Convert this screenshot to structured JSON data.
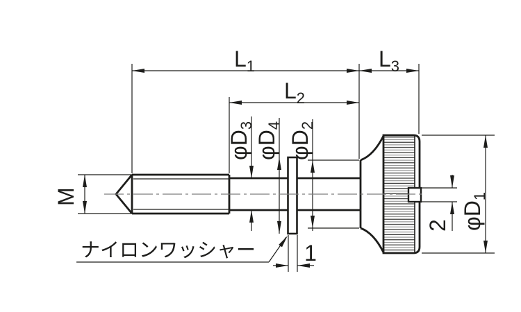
{
  "colors": {
    "line": "#1d1d1b",
    "centerline": "#7d7d7d",
    "background": "#ffffff"
  },
  "labels": {
    "l1": {
      "main": "L",
      "sub": "1"
    },
    "l2": {
      "main": "L",
      "sub": "2"
    },
    "l3": {
      "main": "L",
      "sub": "3"
    },
    "m": "M",
    "d3": {
      "main": "φD",
      "sub": "3"
    },
    "d4": {
      "main": "φD",
      "sub": "4"
    },
    "d2": {
      "main": "φD",
      "sub": "2"
    },
    "d1": {
      "main": "φD",
      "sub": "1"
    },
    "slot_width": "2",
    "washer_thickness": "1",
    "washer_note": "ナイロンワッシャー"
  }
}
